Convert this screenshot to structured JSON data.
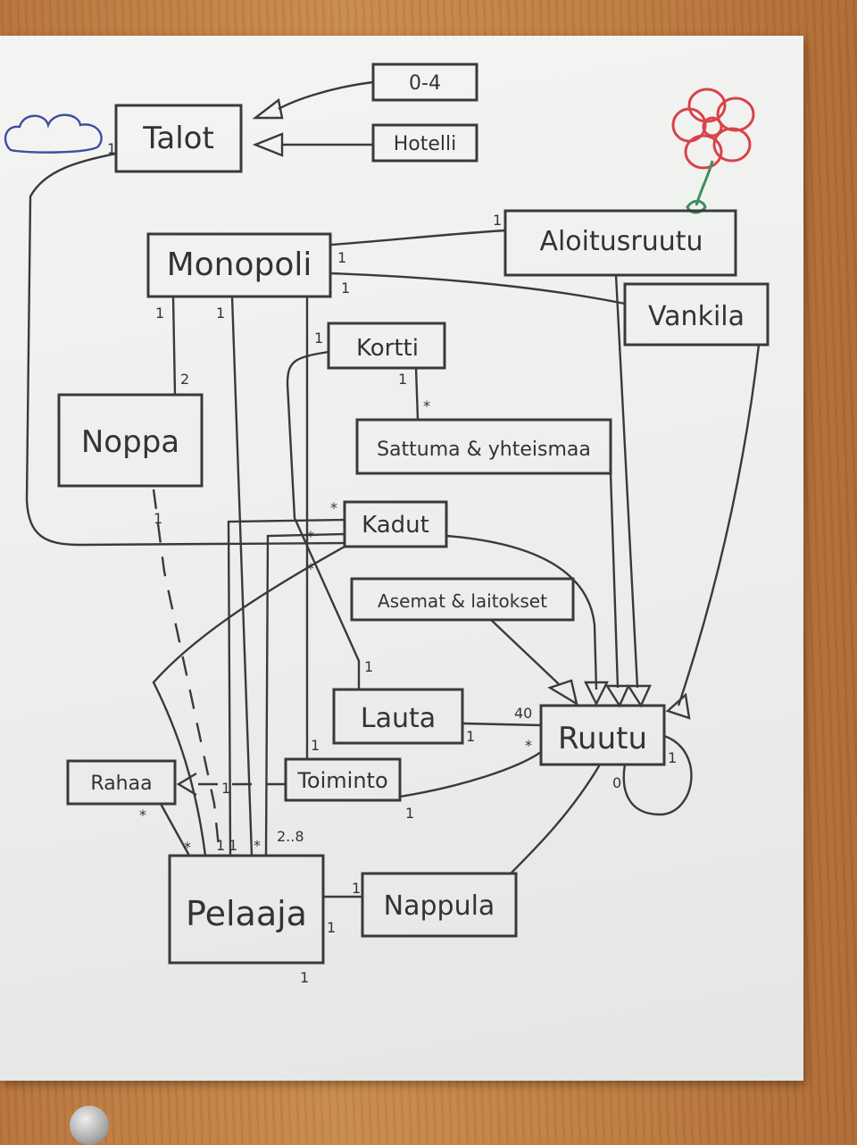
{
  "classes": {
    "talot": "Talot",
    "zero_four": "0-4",
    "hotelli": "Hotelli",
    "monopoli": "Monopoli",
    "aloitusruutu": "Aloitusruutu",
    "vankila": "Vankila",
    "kortti": "Kortti",
    "sattuma": "Sattuma & yhteismaa",
    "noppa": "Noppa",
    "kadut": "Kadut",
    "asemat": "Asemat & laitokset",
    "lauta": "Lauta",
    "ruutu": "Ruutu",
    "rahaa": "Rahaa",
    "toiminto": "Toiminto",
    "pelaaja": "Pelaaja",
    "nappula": "Nappula"
  },
  "multiplicities": {
    "talot_left": "1",
    "aloitus_left": "1",
    "monopoli_right_top": "1",
    "monopoli_right_bottom": "1",
    "monopoli_bottom_a": "1",
    "monopoli_bottom_b": "1",
    "noppa_top": "2",
    "noppa_bottom": "1",
    "kortti_left": "1",
    "kortti_bottom": "1",
    "sattuma_top": "*",
    "kadut_star_a": "*",
    "kadut_star_b": "*",
    "kadut_star_c": "*",
    "lauta_top": "1",
    "lauta_right": "1",
    "lauta_40": "40",
    "ruutu_left": "*",
    "ruutu_right": "1",
    "ruutu_zero": "0",
    "toiminto_top": "1",
    "toiminto_bottom": "1",
    "toiminto_left": "1",
    "rahaa_star": "*",
    "pelaaja_star_a": "*",
    "pelaaja_one_a": "1",
    "pelaaja_one_b": "1",
    "pelaaja_star_b": "*",
    "pelaaja_2_8": "2..8",
    "pelaaja_right": "1",
    "nappula_left": "1",
    "pelaaja_bottom_one": "1"
  },
  "colors": {
    "ink": "#3a3a3a",
    "flower": "#d9434a",
    "stem": "#3f8f5a",
    "cloud": "#3b4fa0"
  },
  "icons": [
    "flower-doodle",
    "cloud-doodle"
  ]
}
